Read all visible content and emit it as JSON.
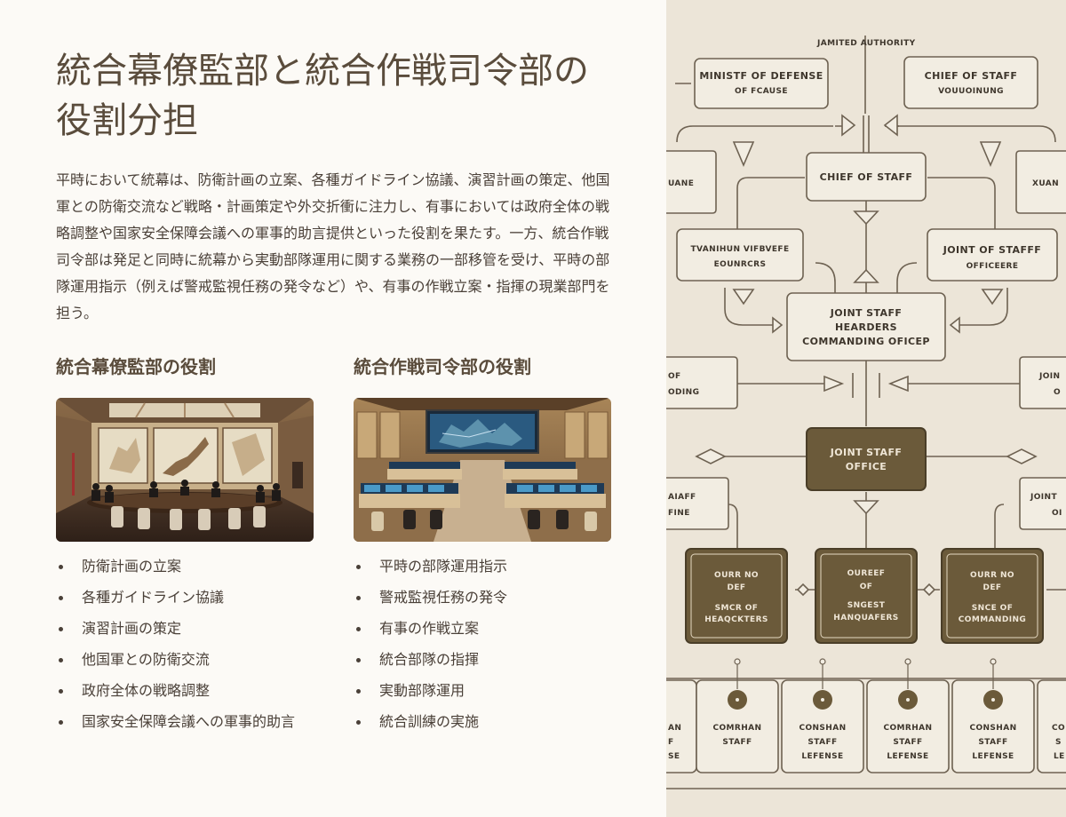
{
  "title": "統合幕僚監部と統合作戦司令部の役割分担",
  "intro": "平時において統幕は、防衛計画の立案、各種ガイドライン協議、演習計画の策定、他国軍との防衛交流など戦略・計画策定や外交折衝に注力し、有事においては政府全体の戦略調整や国家安全保障会議への軍事的助言提供といった役割を果たす。一方、統合作戦司令部は発足と同時に統幕から実動部隊運用に関する業務の一部移管を受け、平時の部隊運用指示（例えば警戒監視任務の発令など）や、有事の作戦立案・指揮の現業部門を担う。",
  "columns": [
    {
      "heading": "統合幕僚監部の役割",
      "items": [
        "防衛計画の立案",
        "各種ガイドライン協議",
        "演習計画の策定",
        "他国軍との防衛交流",
        "政府全体の戦略調整",
        "国家安全保障会議への軍事的助言"
      ]
    },
    {
      "heading": "統合作戦司令部の役割",
      "items": [
        "平時の部隊運用指示",
        "警戒監視任務の発令",
        "有事の作戦立案",
        "統合部隊の指揮",
        "実動部隊運用",
        "統合訓練の実施"
      ]
    }
  ],
  "colors": {
    "background": "#fcfaf6",
    "chart_bg": "#ece5d8",
    "chart_line": "#6e6252",
    "box_dark": "#6b5a3a",
    "text": "#4a4038"
  },
  "diagram": {
    "top_label": "JAMITED AUTHORITY",
    "ministry_l1": "MINISTF OF DEFENSE",
    "ministry_l2": "OF FCAUSE",
    "cos_top_l1": "CHIEF OF STAFF",
    "cos_top_l2": "VOUUOINUNG",
    "left_stub": "UANE",
    "right_stub": "XUAN",
    "cos_mid": "CHIEF OF STAFF",
    "tvb_l1": "TVANIHUN VIFBVEFE",
    "tvb_l2": "EOUNRCRS",
    "jso_l1": "JOINT OF STAFFF",
    "jso_l2": "OFFICEERE",
    "jsh_l1": "JOINT STAFF",
    "jsh_l2": "HEARDERS",
    "jsh_l3": "COMMANDING OFICEP",
    "of_l1": "OF",
    "of_l2": "ODING",
    "join_l1": "JOIN",
    "join_l2": "O",
    "office_l1": "JOINT STAFF",
    "office_l2": "OFFICE",
    "aiff_l1": "AIAFF",
    "aiff_l2": "FINE",
    "joint_r_l1": "JOINT",
    "joint_r_l2": "OI",
    "b1_l1": "OURR NO",
    "b1_l2": "DEF",
    "b1_l3": "SMCR OF",
    "b1_l4": "HEAQCKTERS",
    "b2_l1": "OUREEF",
    "b2_l2": "OF",
    "b2_l3": "SNGEST",
    "b2_l4": "HANQUAFERS",
    "b3_l1": "OURR NO",
    "b3_l2": "DEF",
    "b3_l3": "SNCE OF",
    "b3_l4": "COMMANDING",
    "u0_l1": "AN",
    "u0_l2": "F",
    "u0_l3": "SE",
    "u1_l1": "COMRHAN",
    "u1_l2": "STAFF",
    "u2_l1": "CONSHAN",
    "u2_l2": "STAFF",
    "u2_l3": "LEFENSE",
    "u3_l1": "COMRHAN",
    "u3_l2": "STAFF",
    "u3_l3": "LEFENSE",
    "u4_l1": "CONSHAN",
    "u4_l2": "STAFF",
    "u4_l3": "LEFENSE",
    "u5_l1": "CO",
    "u5_l2": "S",
    "u5_l3": "LE"
  }
}
